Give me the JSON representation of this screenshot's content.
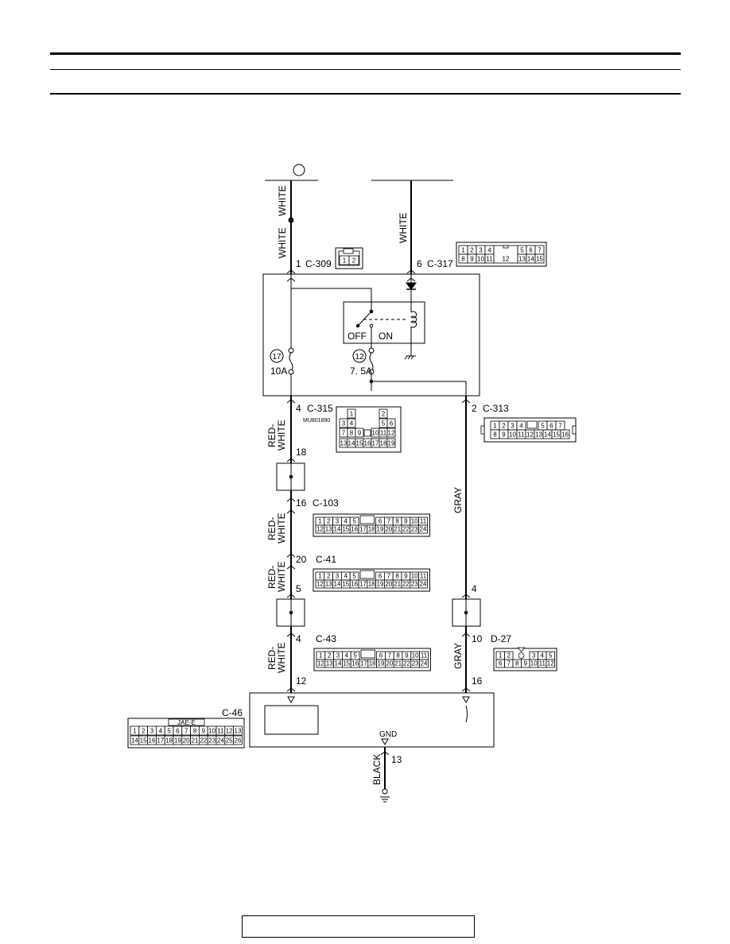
{
  "header": {
    "title": "",
    "subtitle": ""
  },
  "footer": {
    "text": ""
  },
  "diagram": {
    "ignition_switch": {
      "off_label": "OFF",
      "on_label": "ON"
    },
    "fuses": [
      {
        "number": "17",
        "rating": "10A"
      },
      {
        "number": "12",
        "rating": "7. 5A"
      }
    ],
    "wires": {
      "ig_top_upper": "WHITE",
      "ig_top_lower": "WHITE",
      "relay_feed": "WHITE",
      "left_1": [
        "RED-",
        "WHITE"
      ],
      "left_2": [
        "RED-",
        "WHITE"
      ],
      "left_3": [
        "RED-",
        "WHITE"
      ],
      "left_4": [
        "RED-",
        "WHITE"
      ],
      "right_upper": "GRAY",
      "right_lower": "GRAY",
      "ground": "BLACK"
    },
    "connectors": {
      "c309": {
        "pin": "1",
        "name": "C-309",
        "cells": [
          "1",
          "2"
        ]
      },
      "c317": {
        "pin": "6",
        "name": "C-317",
        "row1": [
          "1",
          "2",
          "3",
          "4",
          "12",
          "5",
          "6",
          "7"
        ],
        "row2": [
          "8",
          "9",
          "10",
          "11",
          "13",
          "14",
          "15"
        ]
      },
      "c315": {
        "pin": "4",
        "name": "C-315",
        "part_no": "MU801890",
        "cells": [
          "1",
          "2",
          "3",
          "4",
          "5",
          "6",
          "7",
          "8",
          "9",
          "10",
          "11",
          "12",
          "13",
          "14",
          "15",
          "16",
          "17",
          "18",
          "19"
        ]
      },
      "c313": {
        "pin": "2",
        "name": "C-313",
        "row1": [
          "1",
          "2",
          "3",
          "4",
          "5",
          "6",
          "7"
        ],
        "row2": [
          "8",
          "9",
          "10",
          "11",
          "12",
          "13",
          "14",
          "15",
          "16"
        ]
      },
      "c103": {
        "pin": "16",
        "name": "C-103",
        "row1": [
          "1",
          "2",
          "3",
          "4",
          "5",
          "6",
          "7",
          "8",
          "9",
          "10",
          "11"
        ],
        "row2": [
          "12",
          "13",
          "14",
          "15",
          "16",
          "17",
          "18",
          "19",
          "20",
          "21",
          "22",
          "23",
          "24"
        ]
      },
      "c41": {
        "pin": "20",
        "name": "C-41",
        "row1": [
          "1",
          "2",
          "3",
          "4",
          "5",
          "6",
          "7",
          "8",
          "9",
          "10",
          "11"
        ],
        "row2": [
          "12",
          "13",
          "14",
          "15",
          "16",
          "17",
          "18",
          "19",
          "20",
          "21",
          "22",
          "23",
          "24"
        ]
      },
      "c43": {
        "pin": "4",
        "name": "C-43",
        "row1": [
          "1",
          "2",
          "3",
          "4",
          "5",
          "6",
          "7",
          "8",
          "9",
          "10",
          "11"
        ],
        "row2": [
          "12",
          "13",
          "14",
          "15",
          "16",
          "17",
          "18",
          "19",
          "20",
          "21",
          "22",
          "23",
          "24"
        ]
      },
      "d27": {
        "pin": "10",
        "name": "D-27",
        "row1": [
          "1",
          "2",
          "3",
          "4",
          "5"
        ],
        "row2": [
          "6",
          "7",
          "8",
          "9",
          "10",
          "11",
          "12"
        ]
      },
      "c46": {
        "name": "C-46",
        "tag": "JAE-E",
        "row1": [
          "1",
          "2",
          "3",
          "4",
          "5",
          "6",
          "7",
          "8",
          "9",
          "10",
          "11",
          "12",
          "13"
        ],
        "row2": [
          "14",
          "15",
          "16",
          "17",
          "18",
          "19",
          "20",
          "21",
          "22",
          "23",
          "24",
          "25",
          "26"
        ]
      }
    },
    "pins": {
      "left_jb_in": "18",
      "left_jb_out": "5",
      "right_jb_in": "4",
      "ecu_left": "12",
      "ecu_right": "16",
      "ground_pin": "13"
    },
    "ecu": {
      "gnd_label": "GND"
    }
  }
}
